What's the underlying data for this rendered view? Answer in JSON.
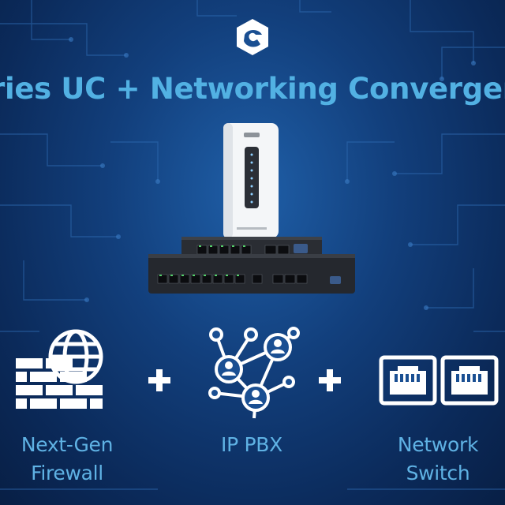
{
  "headline": "ries UC + Networking Convergence",
  "features": [
    {
      "line1": "Next-Gen",
      "line2": "Firewall",
      "icon": "firewall-globe-icon"
    },
    {
      "line1": "IP PBX",
      "line2": "",
      "icon": "network-users-icon"
    },
    {
      "line1": "Network",
      "line2": "Switch",
      "icon": "ethernet-ports-icon"
    }
  ],
  "colors": {
    "accent_text": "#52b1e3",
    "background_center": "#1f5fa8",
    "background_edge": "#081f45",
    "icon": "#ffffff"
  }
}
